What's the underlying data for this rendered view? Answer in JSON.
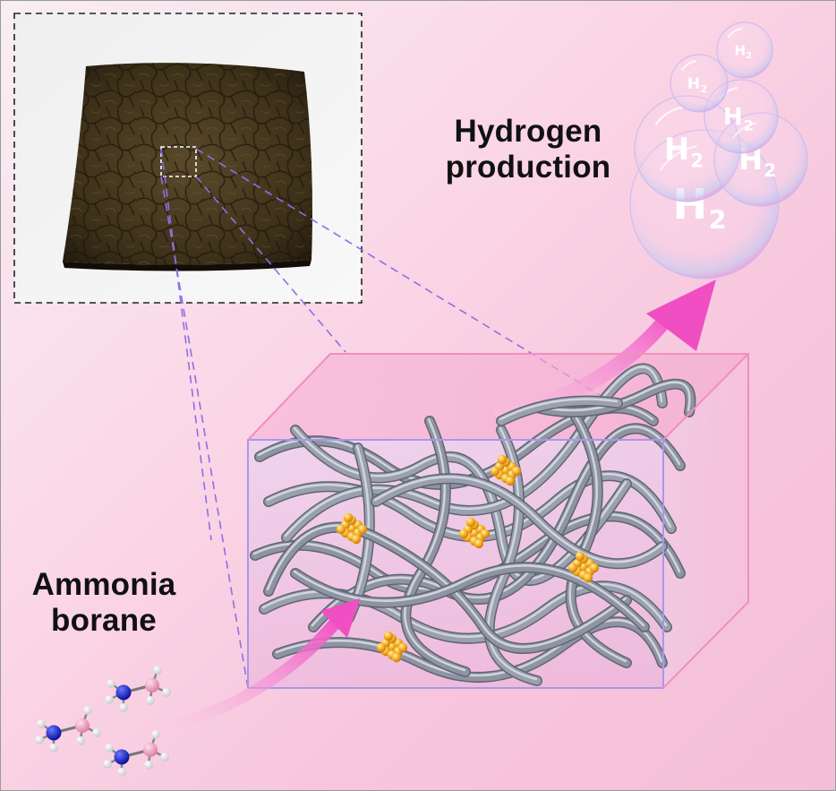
{
  "labels": {
    "hydrogen_line1": "Hydrogen",
    "hydrogen_line2": "production",
    "ammonia_line1": "Ammonia",
    "ammonia_line2": "borane"
  },
  "bubbles": [
    {
      "symbol": "H",
      "subscript": "2"
    },
    {
      "symbol": "H",
      "subscript": "2"
    },
    {
      "symbol": "H",
      "subscript": "2"
    },
    {
      "symbol": "H",
      "subscript": "2"
    },
    {
      "symbol": "H",
      "subscript": "2"
    },
    {
      "symbol": "H",
      "subscript": "2"
    }
  ],
  "colors": {
    "background": "#f9d3e4",
    "fiber": "#8f94a3",
    "catalyst": "#f2a81f",
    "guide_dashes": "#8c6fe6",
    "arrow": "#f060c8",
    "nitrogen": "#1520c8",
    "boron": "#f2a6c4"
  }
}
